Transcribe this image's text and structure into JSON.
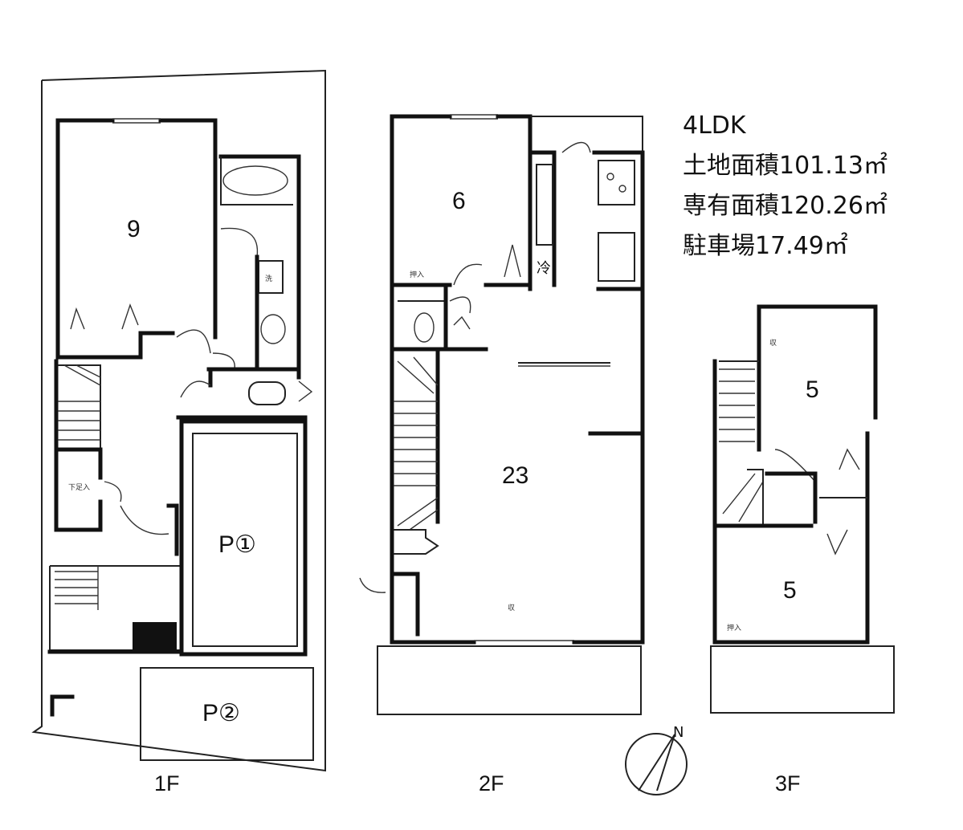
{
  "info": {
    "layout": "4LDK",
    "land_area": "土地面積101.13㎡",
    "floor_area": "専有面積120.26㎡",
    "parking_area": "駐車場17.49㎡"
  },
  "floors": {
    "f1": {
      "label": "1F",
      "room_9": "9",
      "parking_1": "P①",
      "parking_2": "P②"
    },
    "f2": {
      "label": "2F",
      "room_6": "6",
      "room_23": "23",
      "fridge": "冷"
    },
    "f3": {
      "label": "3F",
      "room_5_upper": "5",
      "room_5_lower": "5"
    }
  },
  "compass": {
    "label": "N"
  },
  "icons": [
    "compass-icon",
    "staircase-icon",
    "toilet-icon",
    "bathtub-icon",
    "sink-icon",
    "stove-icon",
    "door-swing-icon"
  ]
}
